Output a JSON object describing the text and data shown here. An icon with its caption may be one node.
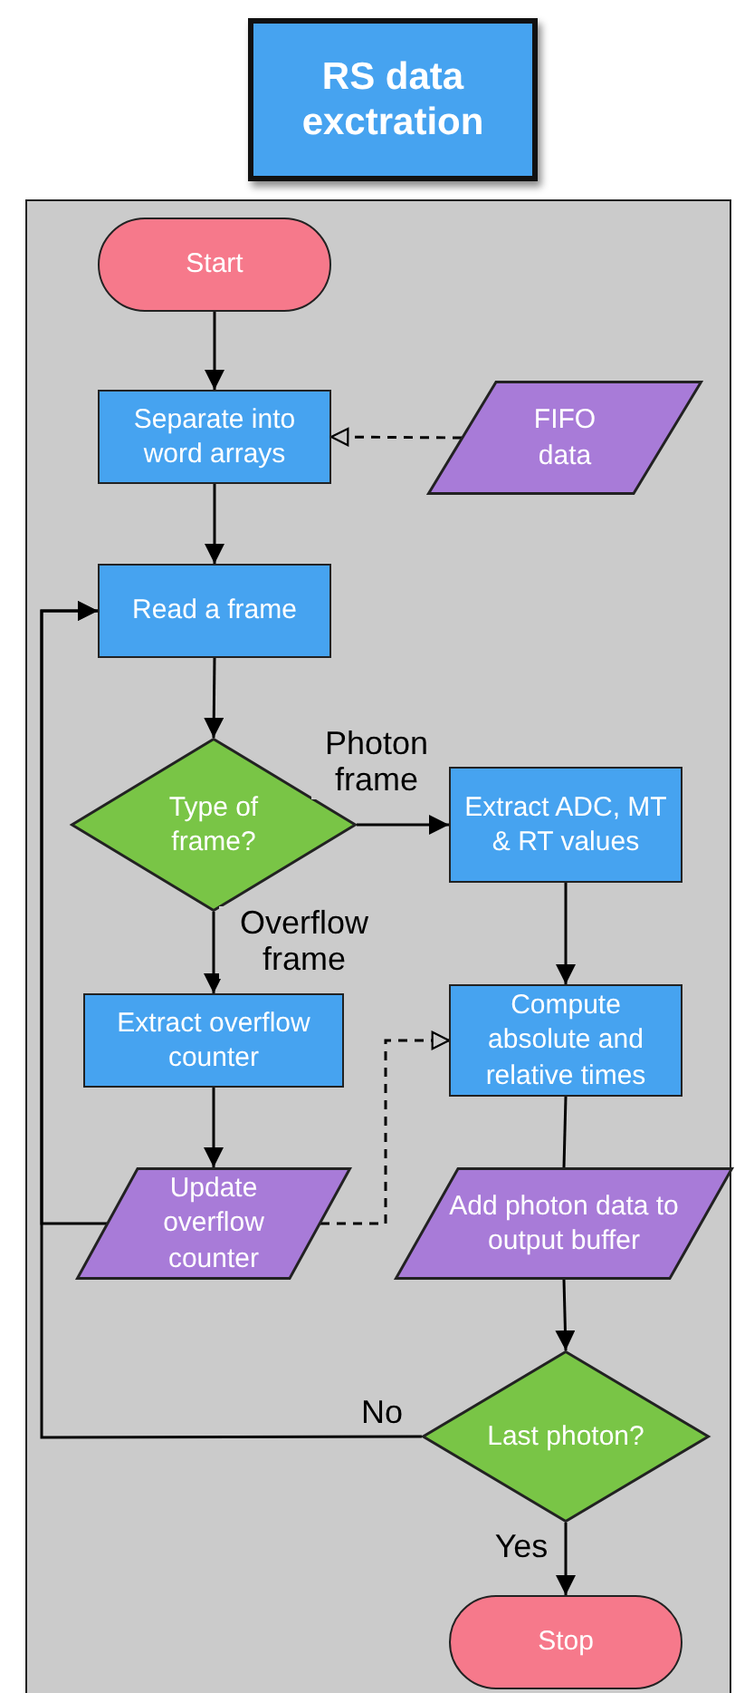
{
  "diagram": {
    "nodes": [
      {
        "text": [
          "RS data exctration"
        ]
      },
      {
        "text": [
          "Start"
        ]
      },
      {
        "text": [
          "Separate into word arrays"
        ]
      },
      {
        "text": [
          "FIFO data"
        ]
      },
      {
        "text": [
          "Read a frame"
        ]
      },
      {
        "text": [
          "Type of frame?"
        ]
      },
      {
        "text": [
          "Extract ADC, MT & RT values"
        ]
      },
      {
        "text": [
          "Extract overflow counter"
        ]
      },
      {
        "text": [
          "Compute absolute and relative times"
        ]
      },
      {
        "text": [
          "Update overflow counter"
        ]
      },
      {
        "text": [
          "Add photon data to output buffer"
        ]
      },
      {
        "text": [
          "Last photon?"
        ]
      },
      {
        "text": [
          "Stop"
        ]
      }
    ],
    "edges": [
      {
        "from": 1,
        "to": 2,
        "arrow": "to"
      },
      {
        "from": 3,
        "to": 2,
        "arrow": "to",
        "style": "dashed"
      },
      {
        "from": 2,
        "to": 4,
        "arrow": "to"
      },
      {
        "from": 4,
        "to": 5,
        "arrow": "to"
      },
      {
        "from": 5,
        "to": 6,
        "arrow": "to",
        "label": "Photon frame"
      },
      {
        "from": 5,
        "to": 7,
        "arrow": "to",
        "label": "Overflow frame"
      },
      {
        "from": 6,
        "to": 8,
        "arrow": "to"
      },
      {
        "from": 7,
        "to": 9,
        "arrow": "to"
      },
      {
        "from": 9,
        "to": 8,
        "arrow": "to",
        "style": "dashed"
      },
      {
        "from": 9,
        "to": 4,
        "arrow": "to"
      },
      {
        "from": 8,
        "to": 10,
        "arrow": "none"
      },
      {
        "from": 10,
        "to": 11,
        "arrow": "to"
      },
      {
        "from": 11,
        "to": 4,
        "arrow": "to",
        "label": "No"
      },
      {
        "from": 11,
        "to": 12,
        "arrow": "to",
        "label": "Yes"
      }
    ]
  }
}
